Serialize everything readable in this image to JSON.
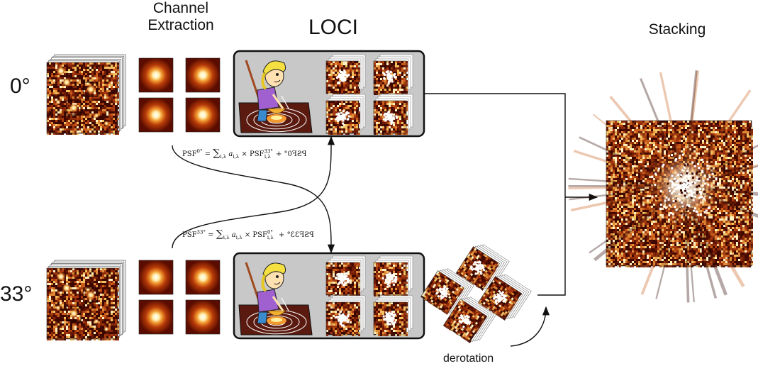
{
  "headers": {
    "channel_extraction_line1": "Channel",
    "channel_extraction_line2": "Extraction",
    "loci": "LOCI",
    "stacking": "Stacking"
  },
  "rows": {
    "top_angle": "0°",
    "bottom_angle": "33°"
  },
  "formulas": {
    "top": {
      "lhs": "PSF",
      "lhs_sup": "0°",
      "sum_sub": "i,λ",
      "coef": "a",
      "coef_sub": "i,λ",
      "rhs": "PSF",
      "rhs_sup": "33°",
      "rhs_sub": "i,λ",
      "mirrored": "PSF0° +"
    },
    "bottom": {
      "lhs": "PSF",
      "lhs_sup": "33°",
      "sum_sub": "i,λ",
      "coef": "a",
      "coef_sub": "i,λ",
      "rhs": "PSF",
      "rhs_sup": "0°",
      "rhs_sub": "i,λ",
      "mirrored": "PSF33° +"
    }
  },
  "labels": {
    "derotation": "derotation"
  },
  "colors": {
    "noise_dark": "#3a0800",
    "noise_mid": "#a83a10",
    "noise_bright": "#f2c060",
    "psf_core": "#fff6d0",
    "psf_bg": "#5a0c00",
    "loci_box_fill": "#c8c8c8",
    "loci_box_stroke": "#111111",
    "arrow": "#111111"
  }
}
